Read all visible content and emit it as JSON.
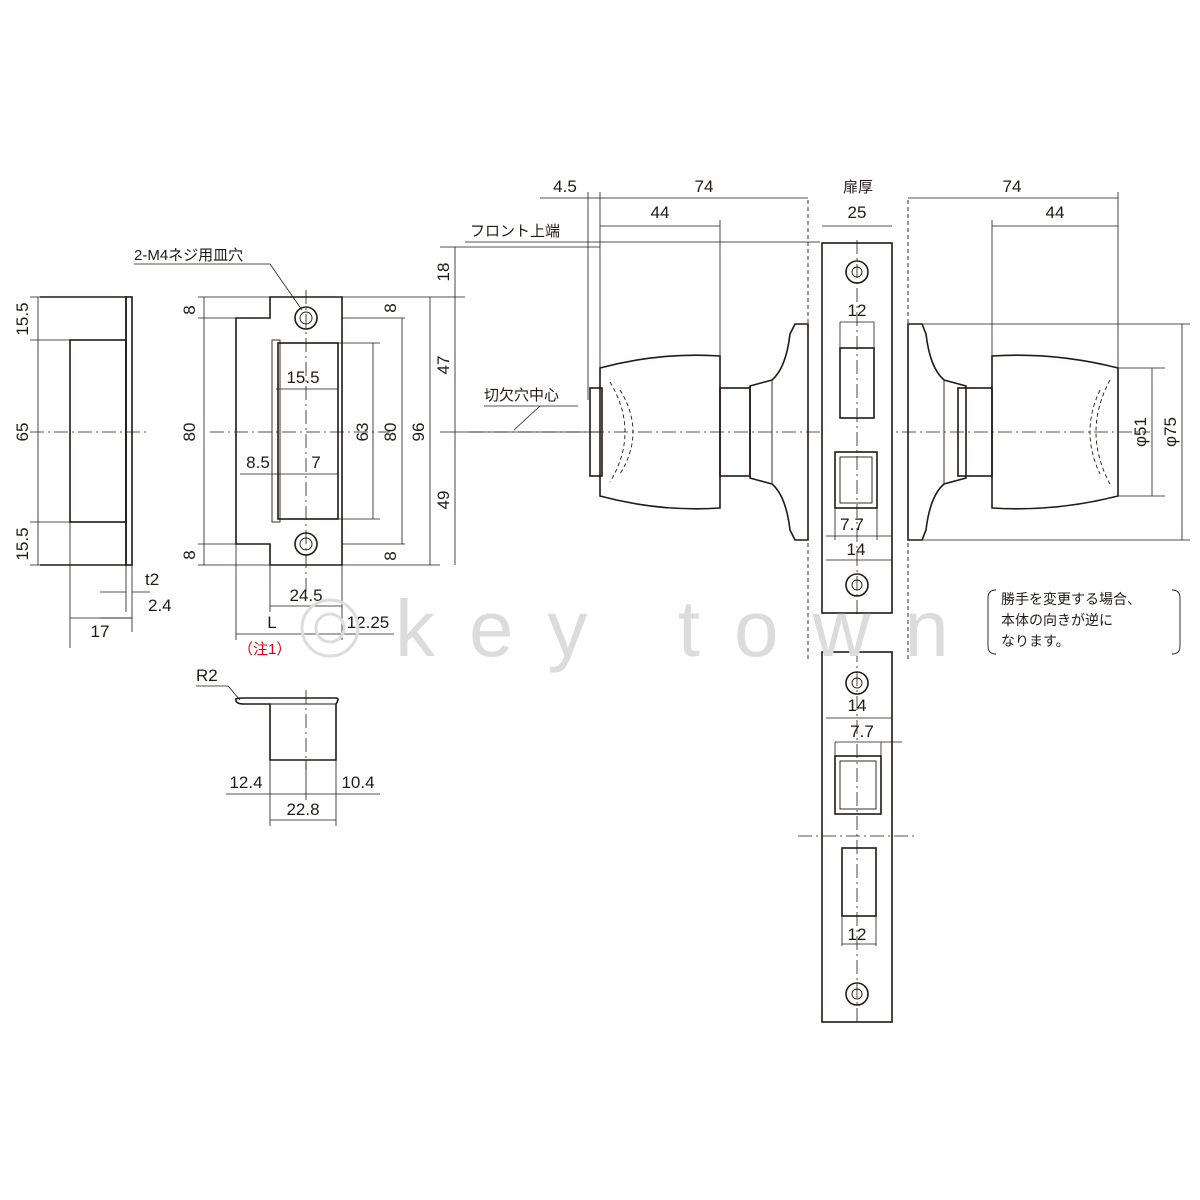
{
  "labels": {
    "screw_hole": "2-M4ネジ用皿穴",
    "front_top": "フロント上端",
    "notch_center": "切欠穴中心",
    "door_thickness": "扉厚",
    "note1": "（注1）",
    "watermark": "key town"
  },
  "note": "勝手を変更する場合、\n本体の向きが逆に\nなります。",
  "dims": {
    "case_15_5_top": "15.5",
    "case_65": "65",
    "case_15_5_bot": "15.5",
    "case_t2": "t2",
    "case_2_4": "2.4",
    "case_17": "17",
    "strike_8_tl": "8",
    "strike_80_l": "80",
    "strike_8_bl": "8",
    "strike_15_5": "15.5",
    "strike_8_5": "8.5",
    "strike_7": "7",
    "strike_63": "63",
    "strike_80_r": "80",
    "strike_96": "96",
    "strike_8_tr": "8",
    "strike_8_br": "8",
    "strike_24_5": "24.5",
    "strike_L": "L",
    "strike_12_25": "12.25",
    "strike_18": "18",
    "strike_47": "47",
    "strike_49": "49",
    "side_R2": "R2",
    "side_12_4": "12.4",
    "side_10_4": "10.4",
    "side_22_8": "22.8",
    "top_4_5": "4.5",
    "top_74_l": "74",
    "top_74_r": "74",
    "top_44_l": "44",
    "top_44_r": "44",
    "top_25": "25",
    "front_12_top": "12",
    "front_7_7_top": "7.7",
    "front_14_top": "14",
    "front_14_bot": "14",
    "front_7_7_bot": "7.7",
    "front_12_bot": "12",
    "knob_phi51": "φ51",
    "knob_phi75": "φ75"
  }
}
